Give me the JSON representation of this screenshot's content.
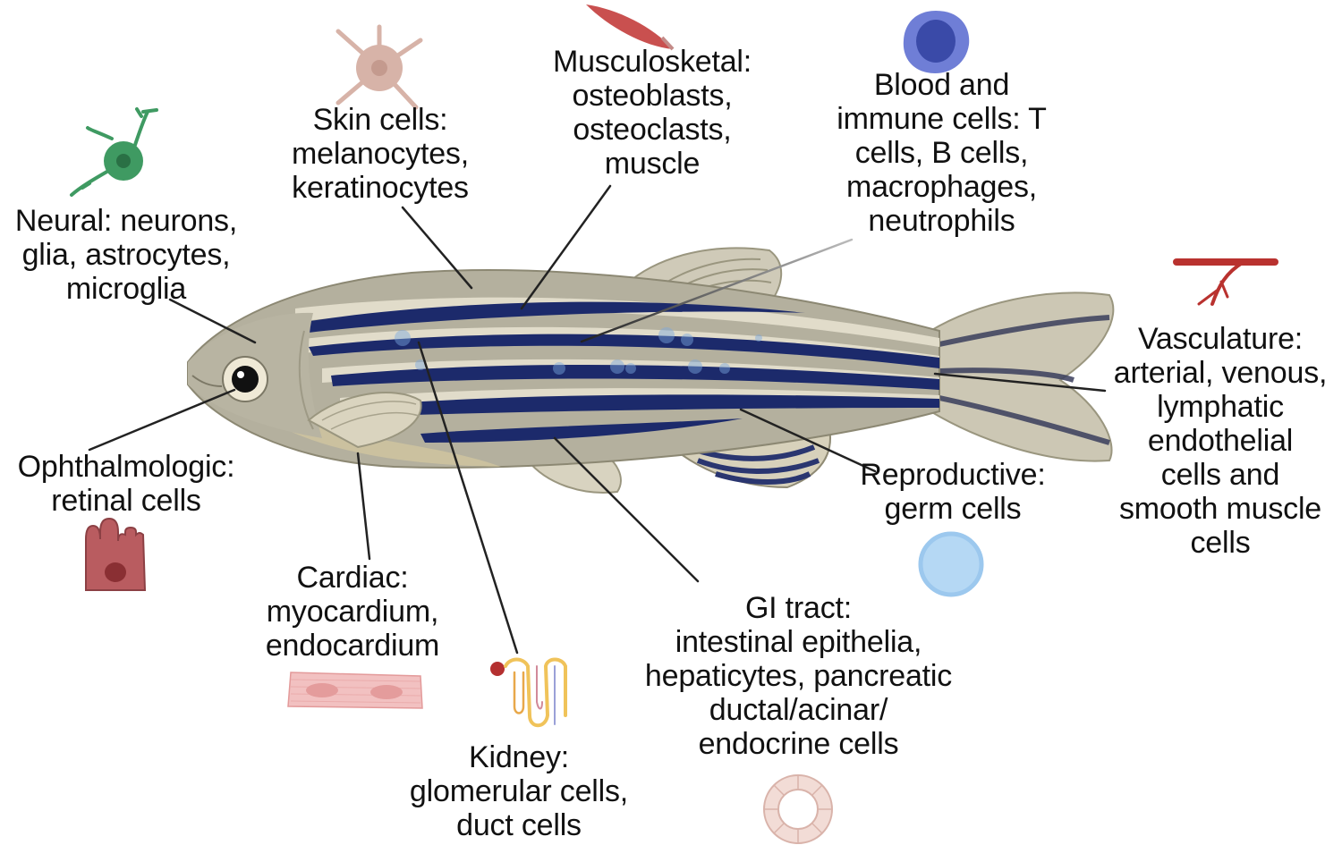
{
  "labels": {
    "neural": [
      "Neural: neurons,",
      "glia, astrocytes,",
      "microglia"
    ],
    "skin": [
      "Skin cells:",
      "melanocytes,",
      "keratinocytes"
    ],
    "musculoskeletal": [
      "Musculosketal:",
      "osteoblasts,",
      "osteoclasts,",
      "muscle"
    ],
    "blood": [
      "Blood and",
      "immune cells: T",
      "cells, B cells,",
      "macrophages,",
      "neutrophils"
    ],
    "vasculature": [
      "Vasculature:",
      "arterial, venous,",
      "lymphatic",
      "endothelial",
      "cells and",
      "smooth muscle",
      "cells"
    ],
    "ophthalmologic": [
      "Ophthalmologic:",
      "retinal cells"
    ],
    "cardiac": [
      "Cardiac:",
      "myocardium,",
      "endocardium"
    ],
    "kidney": [
      "Kidney:",
      "glomerular cells,",
      "duct cells"
    ],
    "gi": [
      "GI tract:",
      "intestinal epithelia,",
      "hepaticytes, pancreatic",
      "ductal/acinar/",
      "endocrine cells"
    ],
    "reproductive": [
      "Reproductive:",
      "germ cells"
    ]
  },
  "icons": {
    "neural": "neuron-cell-icon",
    "skin": "melanocyte-cell-icon",
    "musculoskeletal": "muscle-icon",
    "blood": "immune-cell-icon",
    "vasculature": "blood-vessel-icon",
    "ophthalmologic": "retinal-cell-icon",
    "cardiac": "cardiomyocyte-icon",
    "kidney": "nephron-icon",
    "gi": "intestinal-epithelium-icon",
    "reproductive": "germ-cell-icon"
  },
  "colors": {
    "fish_body": "#b4b09e",
    "fish_stripe": "#1c2a6b",
    "fish_light_stripe": "#e4dfcd",
    "fish_belly": "#d4c9a0",
    "neuron": "#3f9a62",
    "melanocyte": "#d7b3a8",
    "muscle": "#c9504f",
    "immune_cell": "#5466c2",
    "vessel": "#b9322f",
    "retinal_cell": "#b95c60",
    "cardiomyocyte": "#f2c1c1",
    "germ_cell": "#b5d8f4",
    "leader_line": "#222222"
  }
}
